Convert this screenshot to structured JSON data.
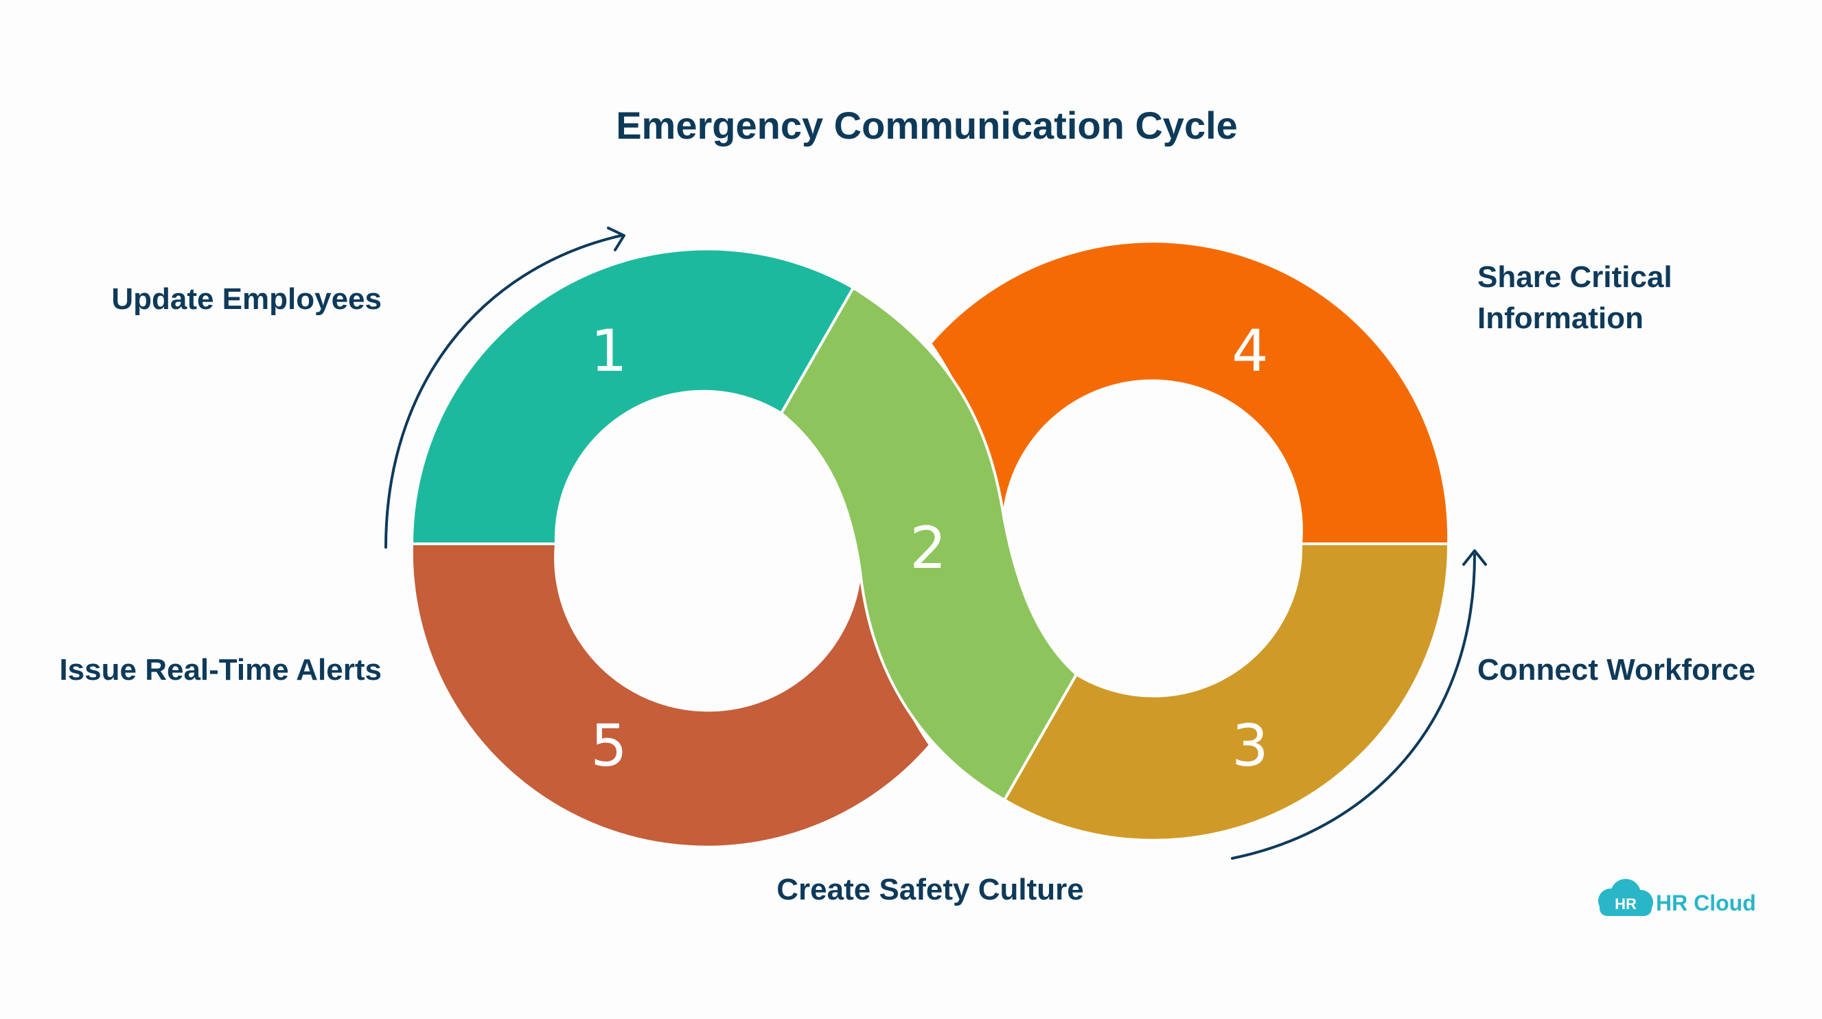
{
  "title": "Emergency Communication Cycle",
  "steps": [
    {
      "number": "1",
      "label": "Update Employees",
      "color": "#1db99e"
    },
    {
      "number": "2",
      "label": "Create Safety Culture",
      "color": "#8dc55c"
    },
    {
      "number": "3",
      "label": "Connect Workforce",
      "color": "#d09a28"
    },
    {
      "number": "4",
      "label_lines": [
        "Share Critical",
        "Information"
      ],
      "color": "#f46b06"
    },
    {
      "number": "5",
      "label": "Issue Real-Time Alerts",
      "color": "#c55e39"
    }
  ],
  "arrow_color": "#0e3a5a",
  "logo": {
    "badge": "HR",
    "text": "HR Cloud",
    "color": "#29b6c8"
  }
}
